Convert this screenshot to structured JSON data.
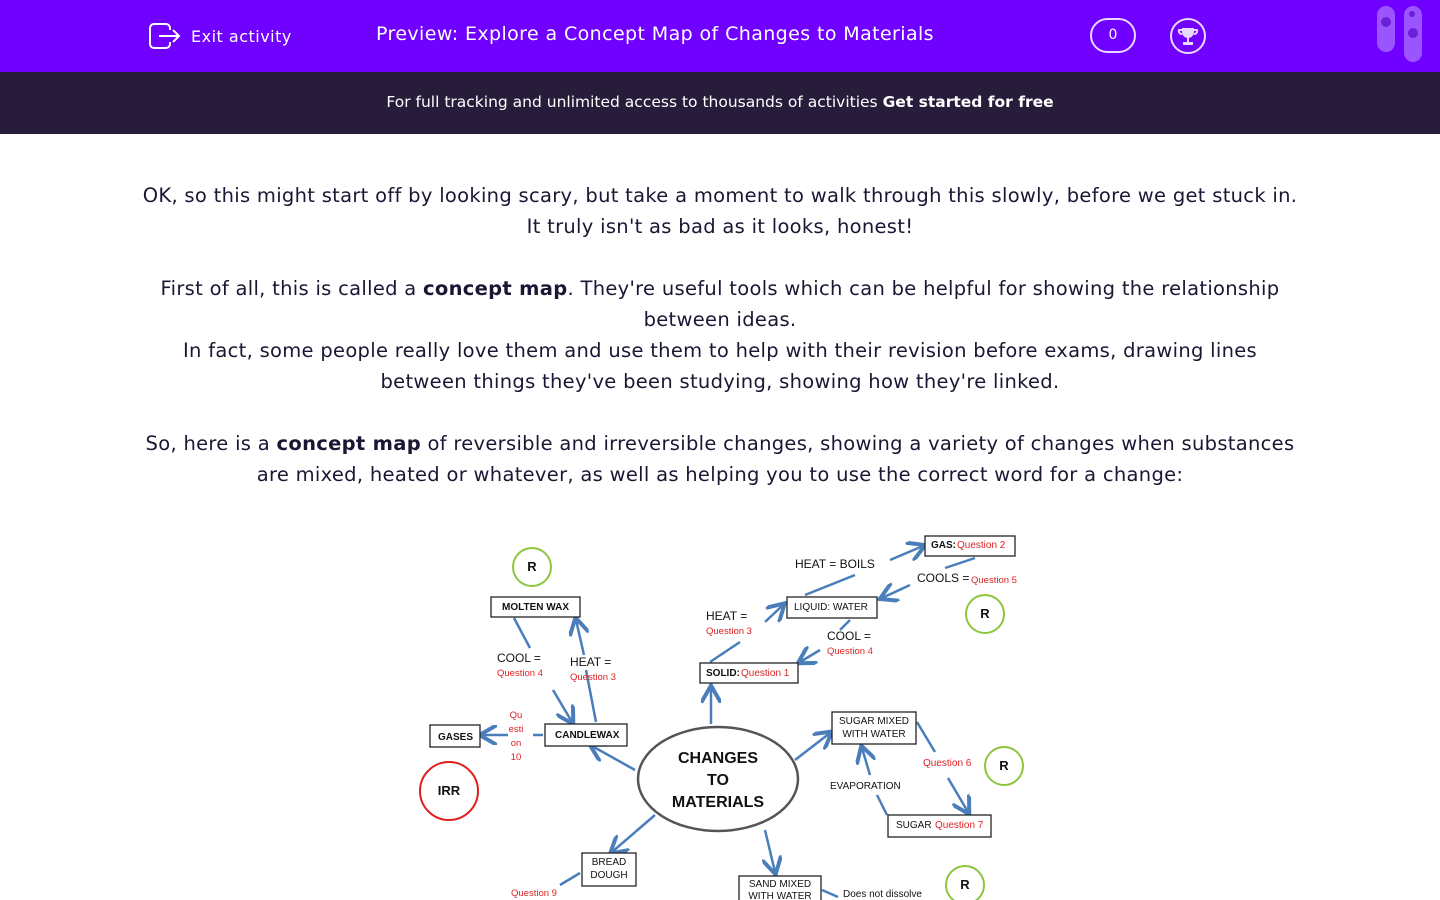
{
  "header": {
    "exit_label": "Exit activity",
    "title": "Preview: Explore a Concept Map of Changes to Materials",
    "score": "0",
    "brand_color": "#7000ff"
  },
  "banner": {
    "text": "For full tracking and unlimited access to thousands of activities ",
    "cta": "Get started for free"
  },
  "body": {
    "p1": "OK, so this might start off by looking scary, but take a moment to walk through this slowly, before we get stuck in. It truly isn't as bad as it looks, honest!",
    "p2a": "First of all, this is called a ",
    "p2b": "concept map",
    "p2c": ".  They're useful tools which can be helpful for showing the relationship between ideas.",
    "p3": "In fact, some people really love them and use them to help with their revision before exams, drawing lines between things they've been studying, showing how they're linked.",
    "p4a": "So, here is a ",
    "p4b": "concept map",
    "p4c": " of reversible and irreversible changes, showing a variety of changes when substances are mixed, heated or whatever, as well as helping you to use the correct word for a change:"
  },
  "map": {
    "center": [
      "CHANGES",
      "TO",
      "MATERIALS"
    ],
    "r": "R",
    "irr": "IRR",
    "molten_wax": "MOLTEN WAX",
    "candlewax": "CANDLEWAX",
    "gases": "GASES",
    "cool_eq": "COOL =",
    "heat_eq": "HEAT =",
    "q4": "Question 4",
    "q3": "Question 3",
    "q10": [
      "Qu",
      "esti",
      "on",
      "10"
    ],
    "bread": [
      "BREAD",
      "DOUGH"
    ],
    "q9": "Question 9",
    "solid": "SOLID:",
    "q1": "Question 1",
    "liquid": "LIQUID: WATER",
    "gas": "GAS:",
    "q2": "Question 2",
    "heat_boils": "HEAT = BOILS",
    "cools": "COOLS =",
    "q5": "Question 5",
    "sugar_mixed": [
      "SUGAR MIXED",
      "WITH WATER"
    ],
    "q6": "Question 6",
    "evaporation": "EVAPORATION",
    "sugar": "SUGAR",
    "q7": "Question 7",
    "sand": [
      "SAND MIXED",
      "WITH WATER"
    ],
    "not_dissolve": "Does not dissolve"
  }
}
